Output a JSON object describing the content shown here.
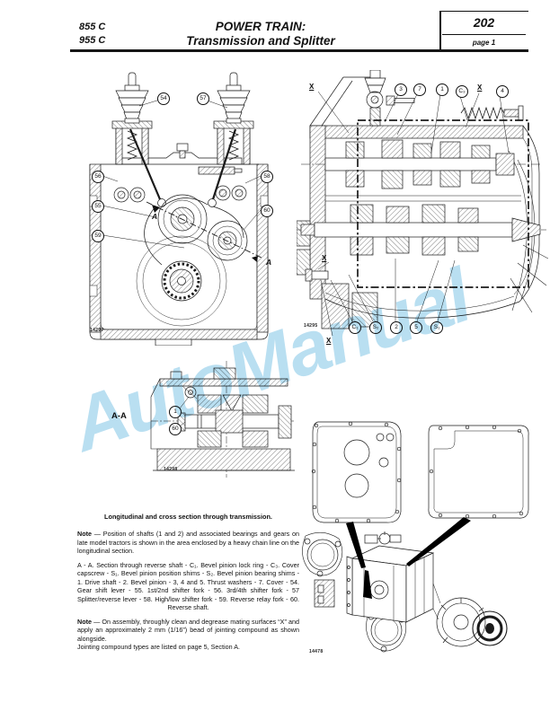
{
  "header": {
    "models": [
      "855 C",
      "955 C"
    ],
    "title_line1": "POWER TRAIN:",
    "title_line2": "Transmission and Splitter",
    "page_number": "202",
    "page_label": "page 1"
  },
  "watermark": {
    "text": "AutoManual",
    "color": "#8ecbe9"
  },
  "figures": {
    "cross_section": {
      "figure_number": "14297",
      "section_label": "A",
      "callouts": [
        "54",
        "57",
        "56",
        "55",
        "59",
        "58",
        "60"
      ]
    },
    "longitudinal": {
      "figure_number": "14295",
      "top": [
        "X",
        "3",
        "7",
        "1",
        "C₃",
        "X",
        "4"
      ],
      "bottom": [
        "C₁",
        "S₂",
        "2",
        "5",
        "S₁"
      ],
      "left": [
        "X",
        "X"
      ]
    },
    "section_aa": {
      "label": "A-A",
      "figure_number": "14298",
      "callouts": [
        "1",
        "60"
      ]
    },
    "exploded": {
      "figure_number": "14478"
    }
  },
  "text": {
    "caption": "Longitudinal and cross section through transmission.",
    "note1_label": "Note",
    "note1_body": " — Position of shafts (1 and 2) and associated bearings and gears on late model tractors is shown in the area enclosed by a heavy chain line on the longitudinal section.",
    "legend": "A - A. Section through reverse shaft - C₁. Bevel pinion lock ring - C₃. Cover capscrew - S₁. Bevel pinion position shims - S₂. Bevel pinion bearing shims - 1. Drive shaft - 2. Bevel pinion - 3, 4 and 5. Thrust washers - 7. Cover - 54. Gear shift lever - 55. 1st/2nd shifter fork - 56. 3rd/4th shifter fork - 57 Splitter/reverse lever - 58. High/low shifter fork - 59. Reverse relay fork - 60. Reverse shaft.",
    "note2_label": "Note",
    "note2_body": " — On assembly, throughly clean and degrease mating surfaces “X” and apply an approximately 2 mm (1/16”) bead of jointing compound as shown alongside.",
    "note2_line2": "Jointing compound types are listed on page 5, Section A."
  }
}
